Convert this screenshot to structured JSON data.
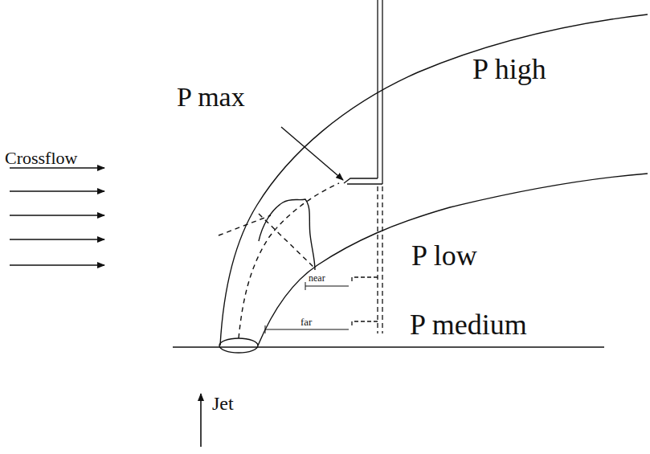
{
  "diagram": {
    "labels": [
      "Crossflow",
      "P max",
      "P high",
      "P low",
      "P medium",
      "near",
      "far",
      "Jet"
    ]
  }
}
